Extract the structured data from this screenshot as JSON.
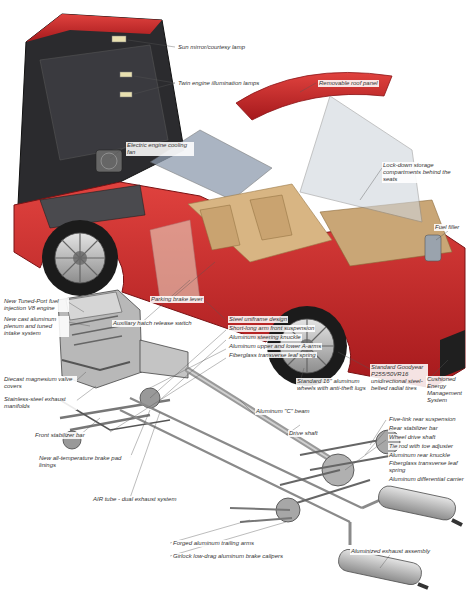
{
  "diagram": {
    "labels": [
      "Sun mirror/courtesy lamp",
      "Twin engine illumination lamps",
      "Removable roof panel",
      "Electric engine cooling fan",
      "Lock-down storage compartments behind the seats",
      "Fuel filler",
      "New Tuned-Port fuel injection V8 engine",
      "New cast aluminum plenum and tuned intake system",
      "Parking brake lever",
      "Auxiliary hatch release switch",
      "Steel uniframe design",
      "Short-long arm front suspension",
      "Aluminum steering knuckle",
      "Aluminum upper and lower A-arms",
      "Fiberglass transverse leaf spring",
      "Diecast magnesium valve covers",
      "Stainless-steel exhaust manifolds",
      "Standard 16\" aluminum wheels with anti-theft lugs",
      "Standard Goodyear P255/50VR16 unidirectional steel-belted radial tires",
      "Cushioned Energy Management System",
      "Front stabilizer bar",
      "Aluminum \"C\" beam",
      "Drive shaft",
      "Five-link rear suspension",
      "Rear stabilizer bar",
      "Wheel drive shaft",
      "Tie rod with toe adjuster",
      "Aluminum rear knuckle",
      "Fiberglass transverse leaf spring",
      "Aluminum differential carrier",
      "New all-temperature brake pad linings",
      "AIR tube - dual exhaust system",
      "Forged aluminum trailing arms",
      "Girlock low-drag aluminum brake calipers",
      "Aluminized exhaust assembly"
    ]
  }
}
